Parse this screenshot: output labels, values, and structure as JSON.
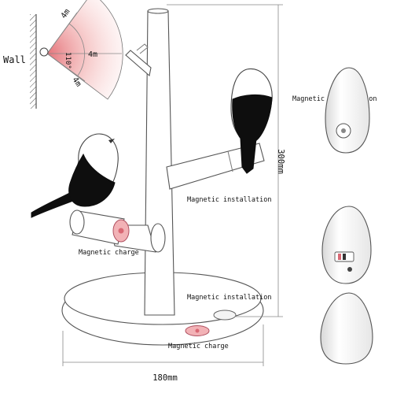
{
  "sensor_diagram": {
    "wall_label": "Wall",
    "range_top": "4m",
    "range_mid": "4m",
    "range_bottom": "4m",
    "angle": "110°",
    "zone_color": "#f1a7a7"
  },
  "dimensions": {
    "height": "300mm",
    "width": "180mm"
  },
  "labels": {
    "magnetic_installation_side": "Magnetic installation",
    "magnetic_installation_branch": "Magnetic installation",
    "magnetic_installation_base": "Magnetic installation",
    "magnetic_charge_battery": "Magnetic charge",
    "magnetic_charge_base": "Magnetic charge"
  },
  "colors": {
    "accent_pink": "#f0a0a8",
    "bird_black": "#0e0e0e",
    "outline": "#555555"
  }
}
